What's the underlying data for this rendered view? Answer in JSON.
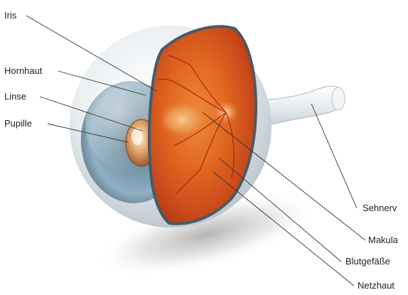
{
  "labels": {
    "iris": "Iris",
    "hornhaut": "Hornhaut",
    "linse": "Linse",
    "pupille": "Pupille",
    "sehnerv": "Sehnerv",
    "makula": "Makula",
    "blutgefaesse": "Blutgefäße",
    "netzhaut": "Netzhaut"
  },
  "colors": {
    "sclera": "#e9eef1",
    "iris": "#7f9fb1",
    "retina": "#d9571c",
    "macula": "#f2b676",
    "vessels": "#a3280f",
    "rim": "#4a5a66"
  }
}
